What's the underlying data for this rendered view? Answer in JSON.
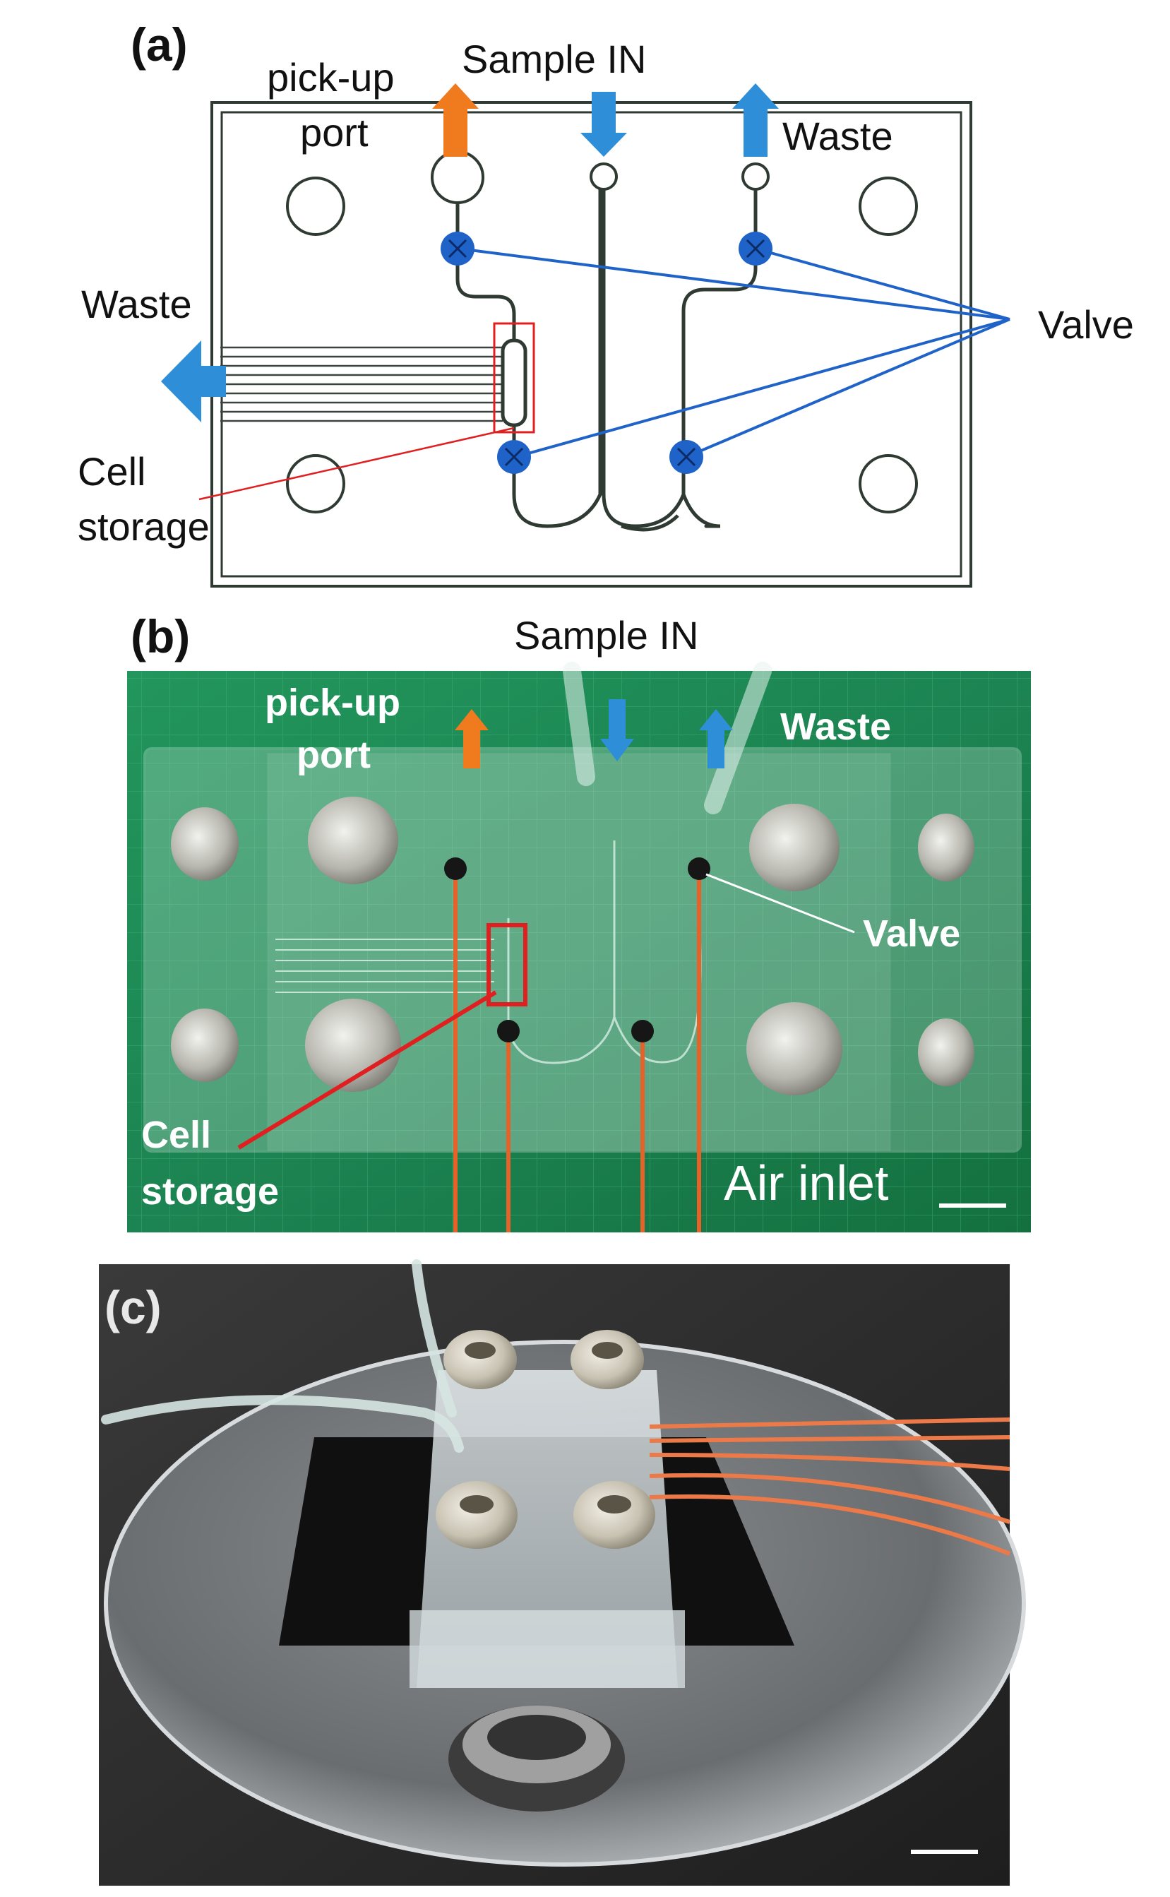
{
  "panel_a": {
    "tag": "(a)",
    "labels": {
      "pickup_line1": "pick-up",
      "pickup_line2": "port",
      "sample_in": "Sample IN",
      "waste_top": "Waste",
      "waste_left": "Waste",
      "valve": "Valve",
      "cell_line1": "Cell",
      "cell_line2": "storage"
    }
  },
  "panel_b": {
    "tag": "(b)",
    "labels": {
      "sample_in": "Sample IN",
      "pickup_line1": "pick-up",
      "pickup_line2": "port",
      "waste": "Waste",
      "valve": "Valve",
      "cell_line1": "Cell",
      "cell_line2": "storage",
      "air_inlet": "Air inlet"
    }
  },
  "panel_c": {
    "tag": "(c)"
  },
  "colors": {
    "outflow_arrow": "#f07a1e",
    "inflow_arrow": "#2e8fd8",
    "valve": "#1f63c8",
    "channel": "#2f3a33",
    "cell_storage_box": "#e02020",
    "chip_background": "#1f8a55",
    "wire": "#e5622a"
  }
}
